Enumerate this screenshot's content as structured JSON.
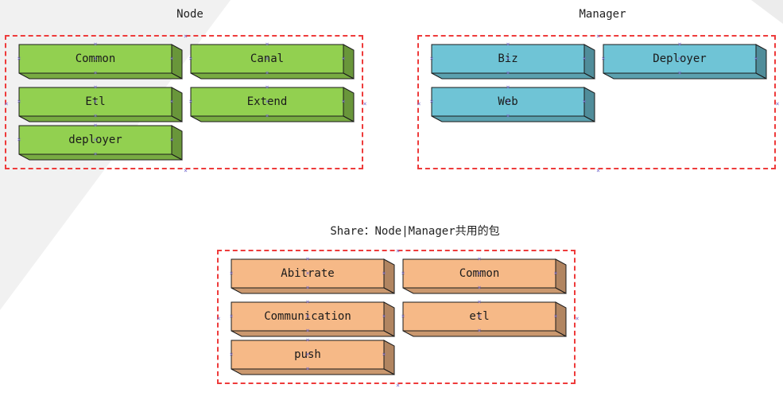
{
  "colors": {
    "node_fill": "#92d050",
    "manager_fill": "#6fc4d6",
    "share_fill": "#f6b987",
    "group_border": "#ee3b3b",
    "handle": "#7b6fcf"
  },
  "groups": {
    "node": {
      "title": "Node",
      "packages": [
        "Common",
        "Canal",
        "Etl",
        "Extend",
        "deployer"
      ]
    },
    "manager": {
      "title": "Manager",
      "packages": [
        "Biz",
        "Deployer",
        "Web"
      ]
    },
    "share": {
      "title": "Share：Node|Manager共用的包",
      "packages": [
        "Abitrate",
        "Common",
        "Communication",
        "etl",
        "push"
      ]
    }
  },
  "icons": {
    "selection_handle": "x-mark-icon"
  }
}
